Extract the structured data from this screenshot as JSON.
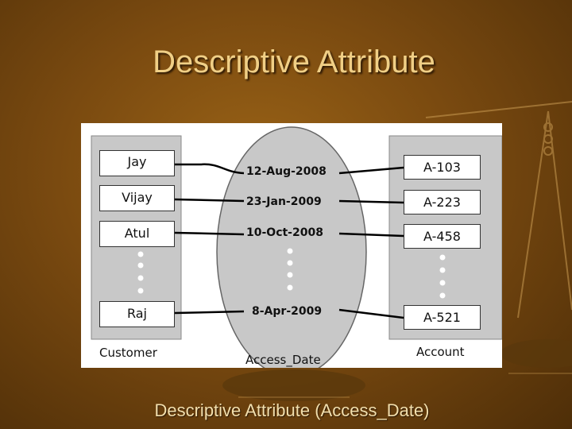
{
  "slide": {
    "title": "Descriptive Attribute",
    "caption": "Descriptive Attribute (Access_Date)"
  },
  "diagram": {
    "customer": {
      "label": "Customer",
      "items": [
        "Jay",
        "Vijay",
        "Atul",
        "Raj"
      ]
    },
    "access_date": {
      "label": "Access_Date",
      "values": [
        "12-Aug-2008",
        "23-Jan-2009",
        "10-Oct-2008",
        "8-Apr-2009"
      ]
    },
    "account": {
      "label": "Account",
      "items": [
        "A-103",
        "A-223",
        "A-458",
        "A-521"
      ]
    }
  }
}
